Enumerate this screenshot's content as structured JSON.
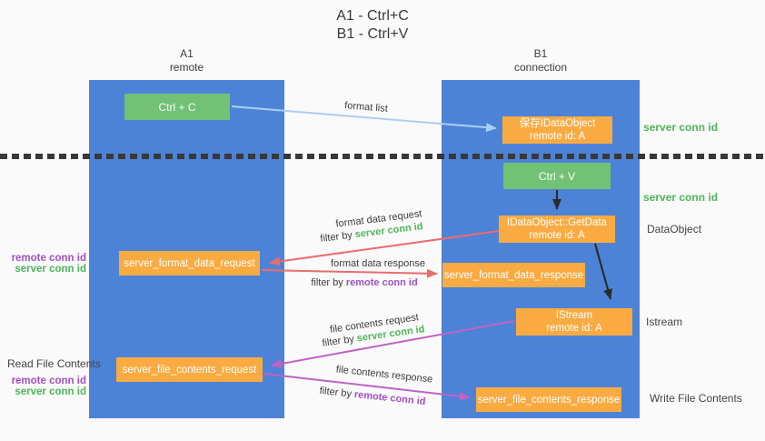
{
  "title": {
    "line1": "A1 - Ctrl+C",
    "line2": "B1 - Ctrl+V"
  },
  "columns": {
    "left": {
      "name": "A1",
      "subtitle": "remote"
    },
    "right": {
      "name": "B1",
      "subtitle": "connection"
    }
  },
  "boxes": {
    "ctrl_c": "Ctrl + C",
    "ctrl_v": "Ctrl + V",
    "save_dataobject": {
      "title": "保存IDataObject",
      "subtitle": "remote id: A"
    },
    "getdata": {
      "title": "IDataObject::GetData",
      "subtitle": "remote id: A"
    },
    "istream": {
      "title": "IStream",
      "subtitle": "remote id: A"
    },
    "format_request": "server_format_data_request",
    "format_response": "server_format_data_response",
    "file_request": "server_file_contents_request",
    "file_response": "server_file_contents_response"
  },
  "arrow_labels": {
    "format_list": "format list",
    "format_data_request": "format data request",
    "format_data_response": "format data response",
    "file_contents_request": "file contents request",
    "file_contents_response": "file contents response",
    "filter_by": "filter by"
  },
  "side_labels": {
    "server_conn_id": "server conn id",
    "remote_conn_id": "remote conn id",
    "dataobject": "DataObject",
    "istream": "Istream",
    "read_file_contents": "Read File Contents",
    "write_file_contents": "Write File Contents"
  },
  "colors": {
    "column_blue": "#4d83d6",
    "box_green": "#72c175",
    "box_orange": "#f9ab42",
    "green_text": "#4eb558",
    "purple_text": "#a34fc4",
    "red_arrow": "#e86d6d",
    "magenta_arrow": "#bf63c4",
    "light_blue_arrow": "#abcff2",
    "dark_arrow": "#2b2b2b",
    "dashed_line": "#383838",
    "background": "#fafafa"
  }
}
